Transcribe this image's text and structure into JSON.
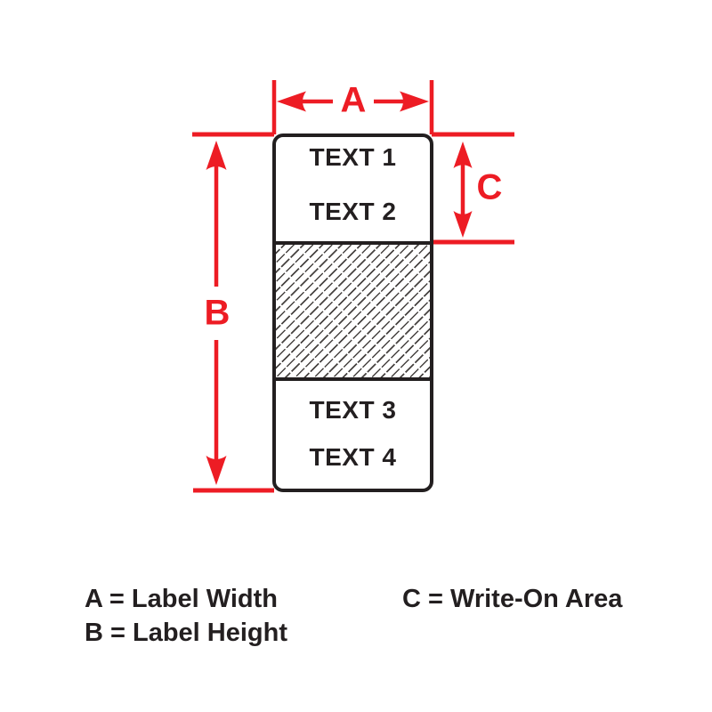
{
  "diagram": {
    "label": {
      "rows": [
        "TEXT 1",
        "TEXT 2",
        "TEXT 3",
        "TEXT 4"
      ]
    },
    "dims": {
      "a": "A",
      "b": "B",
      "c": "C"
    },
    "legend": {
      "a": "A = Label Width",
      "b": "B = Label Height",
      "c": "C = Write-On Area"
    },
    "colors": {
      "dimension_red": "#ED1C24",
      "line_black": "#231F20"
    }
  }
}
